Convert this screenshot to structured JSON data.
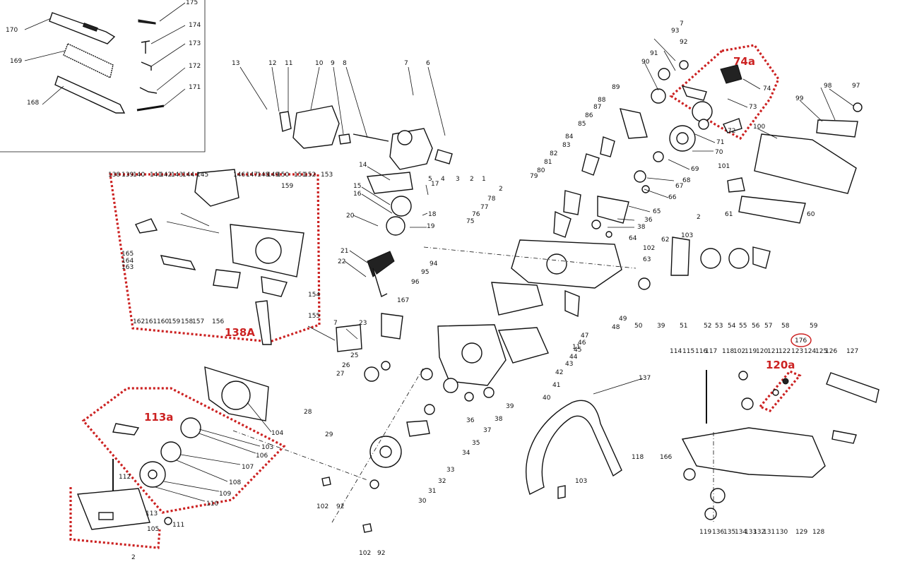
{
  "diagram": {
    "group_labels": {
      "g74a": "74a",
      "g138a": "138A",
      "g113a": "113a",
      "g120a": "120a"
    },
    "callouts": {
      "c176": "176"
    },
    "part_numbers": [
      "175",
      "174",
      "173",
      "172",
      "171",
      "170",
      "169",
      "168",
      "13",
      "12",
      "11",
      "10",
      "9",
      "8",
      "7",
      "6",
      "14",
      "15",
      "16",
      "17",
      "18",
      "19",
      "20",
      "21",
      "22",
      "1",
      "2",
      "3",
      "4",
      "5",
      "7",
      "93",
      "92",
      "91",
      "90",
      "74",
      "73",
      "72",
      "71",
      "70",
      "69",
      "68",
      "67",
      "66",
      "65",
      "36",
      "38",
      "64",
      "63",
      "62",
      "103",
      "102",
      "2",
      "89",
      "88",
      "87",
      "86",
      "85",
      "84",
      "83",
      "82",
      "81",
      "80",
      "79",
      "78",
      "77",
      "76",
      "75",
      "2",
      "99",
      "98",
      "97",
      "100",
      "101",
      "61",
      "60",
      "95",
      "94",
      "96",
      "48",
      "49",
      "50",
      "39",
      "51",
      "52",
      "53",
      "54",
      "55",
      "56",
      "57",
      "58",
      "59",
      "138",
      "139",
      "140",
      "141",
      "142",
      "143",
      "144",
      "145",
      "146",
      "147",
      "148",
      "149",
      "150",
      "151",
      "152",
      "153",
      "159",
      "165",
      "164",
      "163",
      "162",
      "161",
      "160",
      "159",
      "158",
      "157",
      "156",
      "155",
      "154",
      "167",
      "7",
      "23",
      "25",
      "26",
      "27",
      "28",
      "29",
      "47",
      "46",
      "45",
      "44",
      "43",
      "11",
      "42",
      "41",
      "40",
      "39",
      "38",
      "37",
      "36",
      "35",
      "34",
      "33",
      "32",
      "31",
      "30",
      "104",
      "103",
      "106",
      "107",
      "108",
      "109",
      "110",
      "111",
      "112",
      "113",
      "105",
      "2",
      "102",
      "92",
      "102",
      "92",
      "137",
      "103",
      "118",
      "166",
      "114",
      "115",
      "116",
      "117",
      "118",
      "102",
      "119",
      "120",
      "121",
      "122",
      "123",
      "124",
      "125",
      "126",
      "127",
      "119",
      "136",
      "135",
      "134",
      "133",
      "132",
      "131",
      "130",
      "129",
      "128"
    ]
  }
}
